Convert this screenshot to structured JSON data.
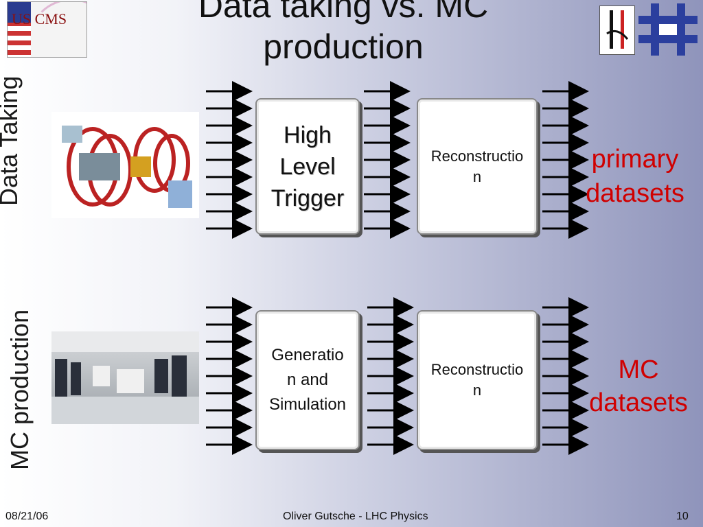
{
  "slide": {
    "title": "Data taking vs. MC production",
    "side_labels": {
      "top": "Data Taking",
      "bottom": "MC production"
    },
    "flow_top": {
      "box1": [
        "High",
        "Level",
        "Trigger"
      ],
      "box2": [
        "Reconstructio",
        "n"
      ],
      "result": [
        "primary",
        "datasets"
      ]
    },
    "flow_bottom": {
      "box1": [
        "Generatio",
        "n and",
        "Simulation"
      ],
      "box2": [
        "Reconstructio",
        "n"
      ],
      "result": [
        "MC",
        "datasets"
      ]
    },
    "logos": {
      "uscms": "US CMS"
    },
    "footer": {
      "date": "08/21/06",
      "author": "Oliver Gutsche - LHC Physics",
      "page": "10"
    },
    "colors": {
      "result_text": "#d00000",
      "arrow": "#000000"
    }
  }
}
